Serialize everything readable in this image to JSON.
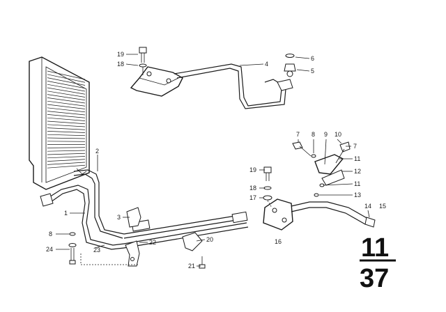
{
  "callouts": {
    "c1": "1",
    "c2": "2",
    "c3": "3",
    "c4": "4",
    "c5": "5",
    "c6": "6",
    "c7a": "7",
    "c7b": "7",
    "c8a": "8",
    "c8b": "8",
    "c9": "9",
    "c10": "10",
    "c11a": "11",
    "c11b": "11",
    "c12": "12",
    "c13": "13",
    "c14": "14",
    "c15": "15",
    "c16": "16",
    "c17": "17",
    "c18a": "18",
    "c18b": "18",
    "c19a": "19",
    "c19b": "19",
    "c20": "20",
    "c21": "21",
    "c22": "22",
    "c23": "23",
    "c24": "24"
  },
  "page_number": {
    "group": "11",
    "page": "37"
  }
}
